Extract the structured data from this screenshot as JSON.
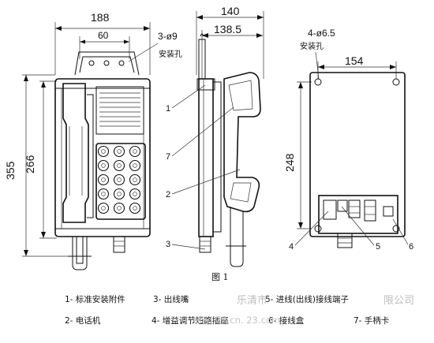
{
  "dimensions": {
    "front_width": "188",
    "hole_spacing": "60",
    "mount_holes": "3-ø9",
    "mount_label": "安装孔",
    "height_total": "355",
    "height_body": "266",
    "side_width": "140",
    "side_body": "138.5",
    "back_holes": "4-ø6.5",
    "back_label": "安装孔",
    "back_spacing": "154",
    "back_height": "248"
  },
  "callouts": {
    "c1": "1",
    "c7": "7",
    "c2": "2",
    "c3": "3",
    "c4": "4",
    "c5": "5",
    "c6": "6"
  },
  "figure_caption": "图 1",
  "legend": [
    "1- 标准安装附件",
    "3- 出线嘴",
    "5- 进线(出线)接线端子",
    "2- 电话机",
    "4- 增益调节短路插座",
    "6- 接线盒",
    "7- 手柄卡"
  ],
  "watermark": {
    "company": "乐清市",
    "company_tail": "限公司",
    "url": "enyi 23.cn. 23.com"
  },
  "keypad_keys": [
    "",
    "",
    "",
    "",
    "",
    "",
    "",
    "",
    "",
    "",
    "",
    "",
    "",
    "",
    ""
  ]
}
